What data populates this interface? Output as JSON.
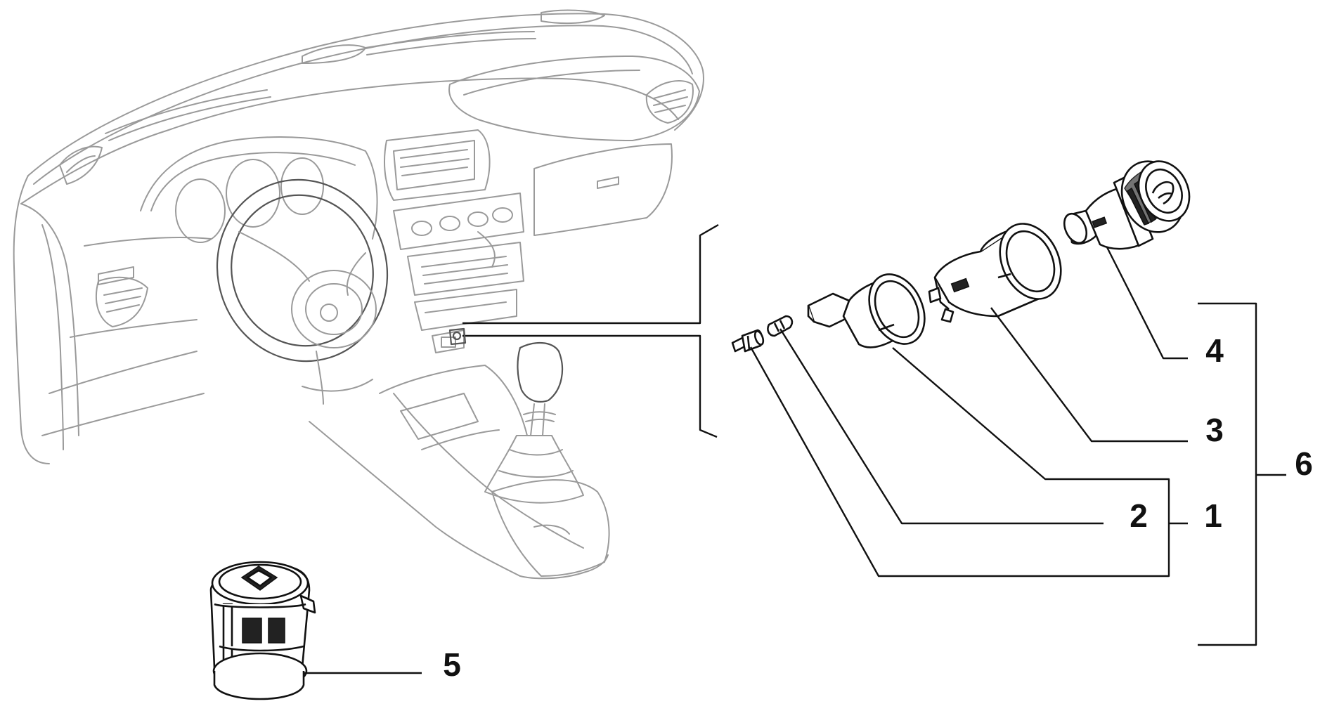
{
  "diagram": {
    "callouts": [
      {
        "id": "callout-1",
        "label": "1"
      },
      {
        "id": "callout-2",
        "label": "2"
      },
      {
        "id": "callout-3",
        "label": "3"
      },
      {
        "id": "callout-4",
        "label": "4"
      },
      {
        "id": "callout-5",
        "label": "5"
      },
      {
        "id": "callout-6",
        "label": "6"
      }
    ],
    "parts": [
      {
        "callout": "1",
        "icon": "bulb-holder-icon"
      },
      {
        "callout": "2",
        "icon": "bulb-icon"
      },
      {
        "callout": "3",
        "icon": "socket-housing-icon"
      },
      {
        "callout": "4",
        "icon": "cigar-lighter-plug-icon"
      },
      {
        "callout": "5",
        "icon": "power-socket-cap-icon"
      },
      {
        "callout": "6",
        "icon": "lighter-assembly-bracket-icon"
      }
    ]
  }
}
